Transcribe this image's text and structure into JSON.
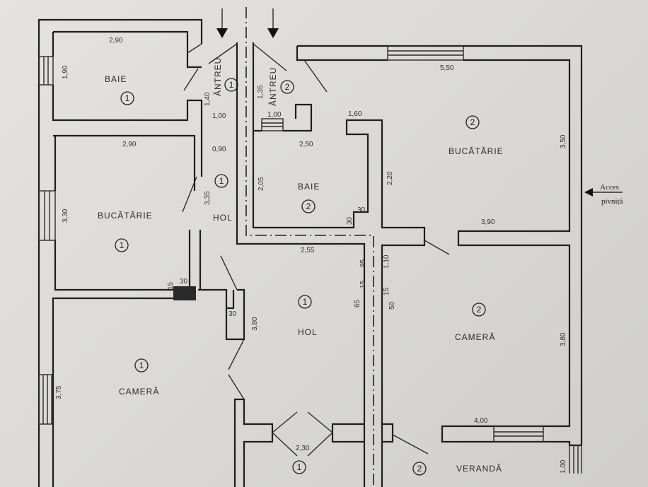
{
  "rooms": {
    "baie1": {
      "name": "BAIE",
      "unit": "1"
    },
    "antreu1": {
      "name": "ÂNTREU",
      "unit": "1"
    },
    "antreu2": {
      "name": "ÂNTREU",
      "unit": "2"
    },
    "bucatarie1": {
      "name": "BUCĂTĂRIE",
      "unit": "1"
    },
    "hol1_top": {
      "name": "HOL",
      "unit": "1"
    },
    "baie2": {
      "name": "BAIE",
      "unit": "2"
    },
    "bucatarie2": {
      "name": "BUCĂTĂRIE",
      "unit": "2"
    },
    "hol1": {
      "name": "HOL",
      "unit": "1"
    },
    "camera1": {
      "name": "CAMERĂ",
      "unit": "1"
    },
    "camera2": {
      "name": "CAMERĂ",
      "unit": "2"
    },
    "veranda": {
      "name": "VERANDĂ",
      "unit": "2"
    },
    "entrance_bottom": {
      "unit": "1"
    }
  },
  "dimensions": {
    "baie1_w": "2,90",
    "baie1_h": "1,90",
    "antreu1_a": "1,40",
    "antreu1_b": "1,00",
    "antreu1_c": "0,90",
    "hol1_top_h": "3,35",
    "antreu2_h": "1,35",
    "antreu2_door": "1,00",
    "buc1_w": "2,90",
    "buc1_h": "3,30",
    "baie2_top": "1,60",
    "baie2_w": "2,50",
    "baie2_h": "2,05",
    "baie2_r": "2,20",
    "baie2_c1": "30",
    "baie2_c2": "30",
    "buc2_w": "5,50",
    "buc2_h": "3,50",
    "buc2_bottom": "3,90",
    "hol_w": "2,55",
    "hol_h": "3,80",
    "hol_c": "30",
    "chimney_a": "15",
    "chimney_b": "30",
    "wall_a": "95",
    "wall_b": "15",
    "wall_c": "65",
    "wall_d": "1,10",
    "wall_e": "15",
    "wall_f": "50",
    "cam1_h": "3,75",
    "cam2_h": "3,80",
    "cam2_w": "4,00",
    "entry_w": "2,30",
    "veranda_h": "1,00"
  },
  "notes": {
    "acces_line1": "Acces",
    "acces_line2": "pivniță"
  }
}
